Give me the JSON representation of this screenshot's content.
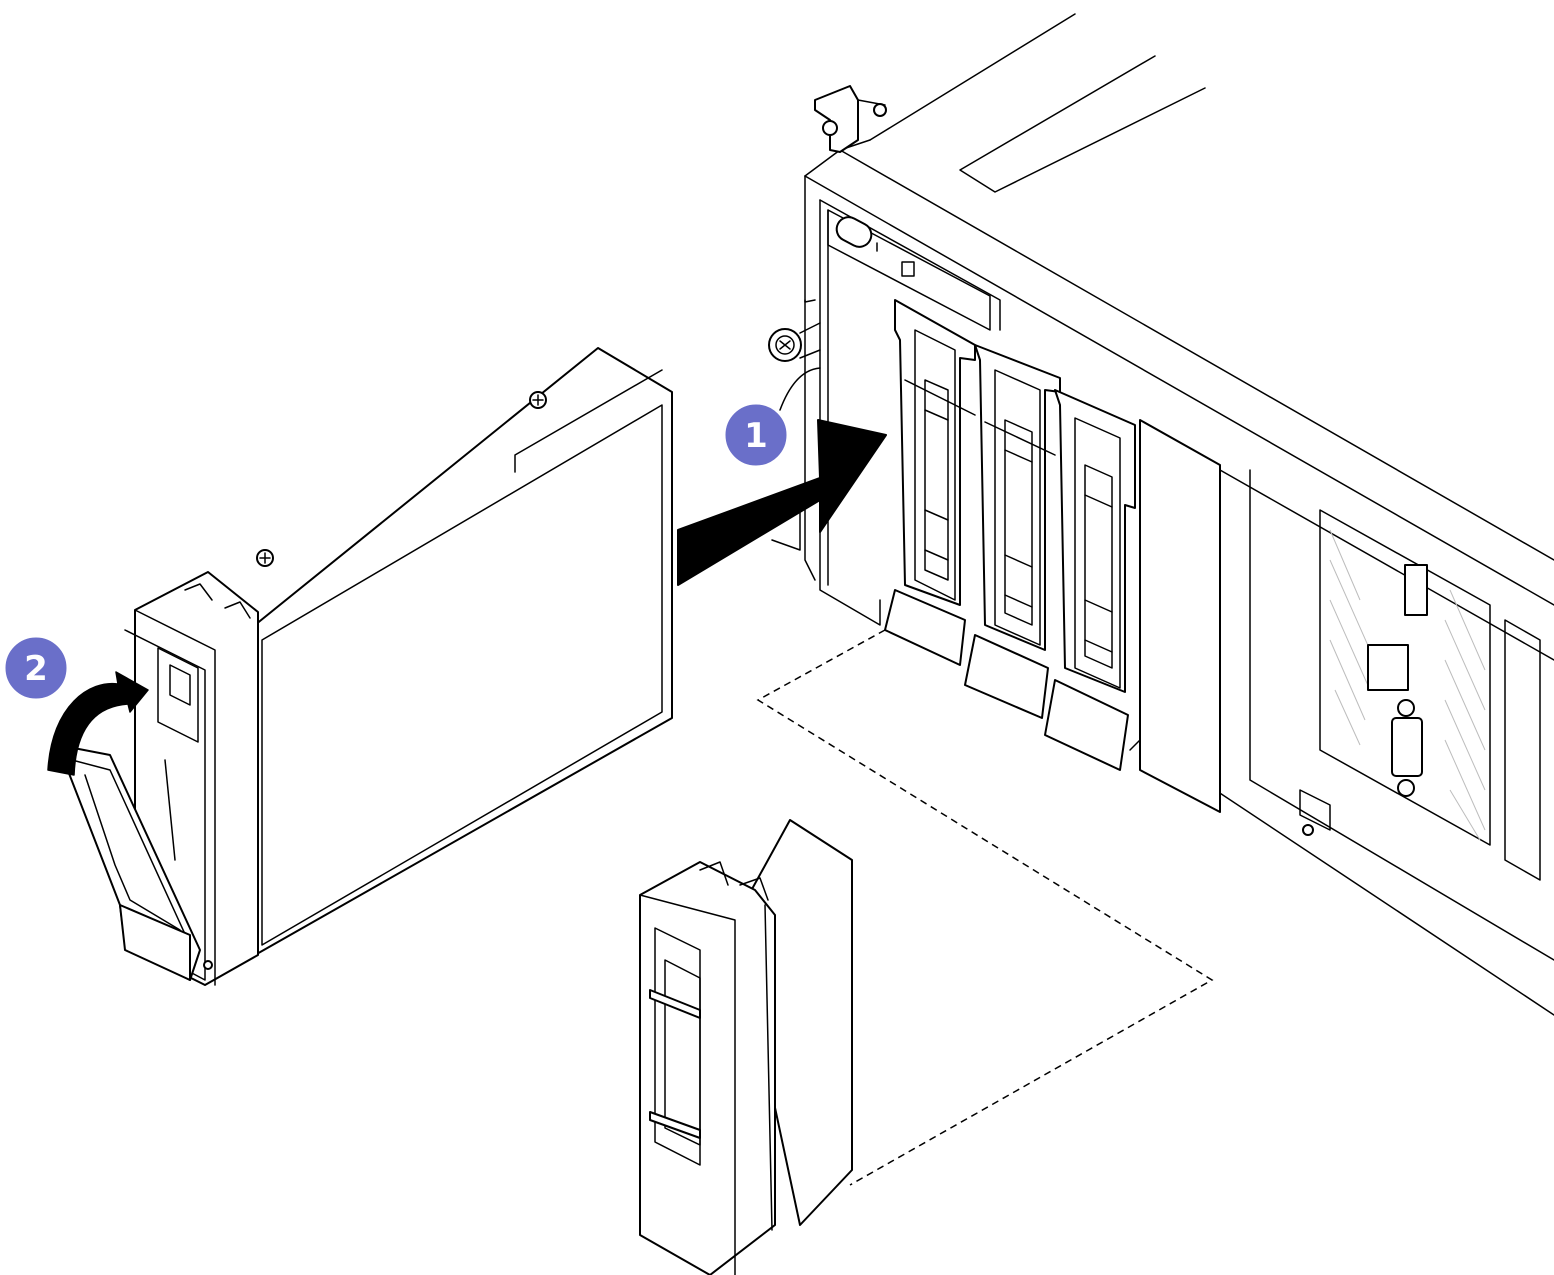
{
  "callouts": [
    {
      "label": "1",
      "step": "insert-drive"
    },
    {
      "label": "2",
      "step": "close-handle"
    }
  ],
  "colors": {
    "callout_fill": "#6a6fc9",
    "callout_stroke": "#ffffff",
    "arrow": "#000000",
    "line": "#000000",
    "background": "#ffffff"
  },
  "icons": {
    "insert_arrow": "arrow-right-icon",
    "rotate_arrow": "curved-arrow-icon"
  }
}
